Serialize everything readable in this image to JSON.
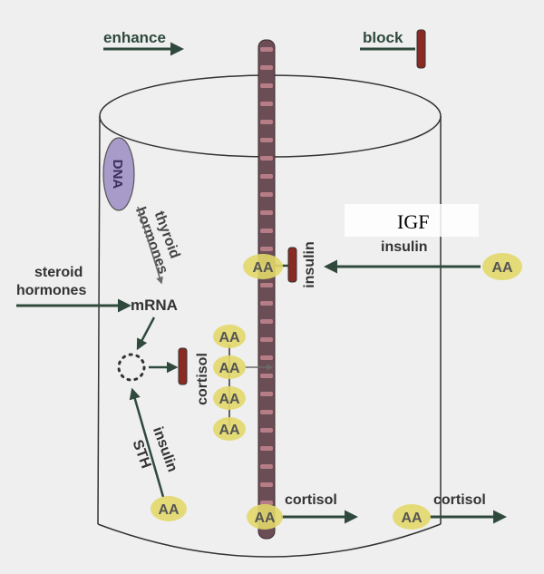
{
  "legend": {
    "enhance_label": "enhance",
    "block_label": "block"
  },
  "labels": {
    "dna": "DNA",
    "thyroid_line1": "thyroid",
    "thyroid_line2": "hormones",
    "steroid_line1": "steroid",
    "steroid_line2": "hormones",
    "mrna": "mRNA",
    "igf": "IGF",
    "insulin_right": "insulin",
    "insulin_vertical": "insulin",
    "cortisol_vertical": "cortisol",
    "insulin_lower": "insulin",
    "sth": "STH",
    "cortisol_bottom_mid": "cortisol",
    "cortisol_bottom_right": "cortisol"
  },
  "amino_acid_label": "AA",
  "colors": {
    "background": "#efefef",
    "arrow": "#2f4a3d",
    "block_bar": "#8a2a22",
    "strand": "#6b4e55",
    "strand_band": "#c98a93",
    "dna_blob": "#a89ac9",
    "aa_blob": "#e2d86a",
    "outline": "#333333"
  }
}
